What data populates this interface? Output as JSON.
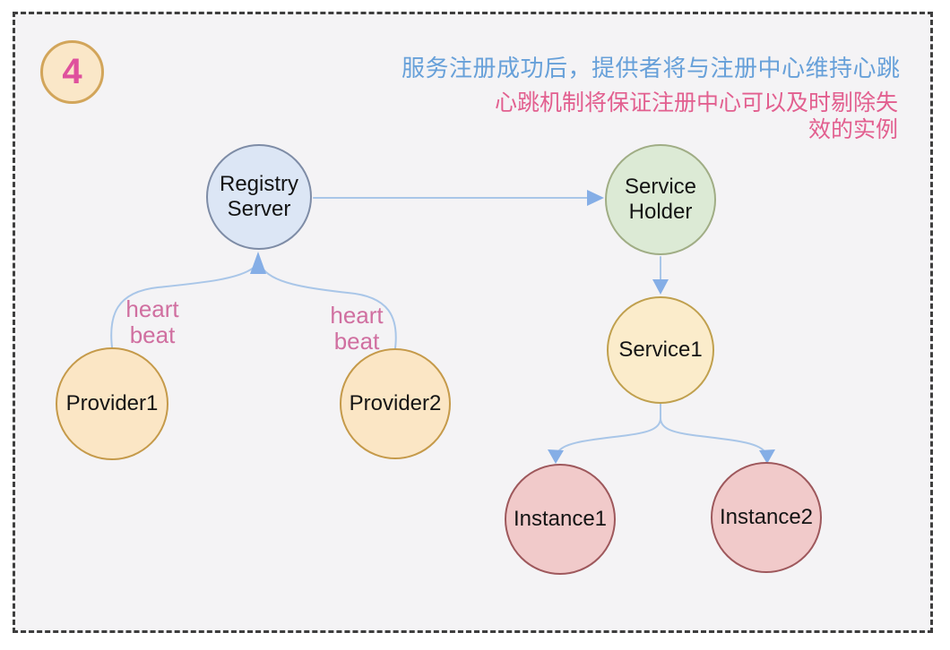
{
  "badge": {
    "label": "4"
  },
  "annotations": {
    "heading_blue": "服务注册成功后，提供者将与注册中心维持心跳",
    "note_pink_line1": "心跳机制将保证注册中心可以及时剔除失",
    "note_pink_line2": "效的实例"
  },
  "nodes": {
    "registry": {
      "lines": [
        "Registry",
        "Server"
      ],
      "fill": "#dce6f5",
      "stroke": "#7e8ca6"
    },
    "holder": {
      "lines": [
        "Service",
        "Holder"
      ],
      "fill": "#dcead5",
      "stroke": "#a0ad85"
    },
    "service1": {
      "lines": [
        "Service1"
      ],
      "fill": "#fbeccb",
      "stroke": "#c0a04e"
    },
    "provider1": {
      "lines": [
        "Provider1"
      ],
      "fill": "#fbe6c5",
      "stroke": "#c59a4a"
    },
    "provider2": {
      "lines": [
        "Provider2"
      ],
      "fill": "#fbe6c5",
      "stroke": "#c59a4a"
    },
    "instance1": {
      "lines": [
        "Instance1"
      ],
      "fill": "#f1caca",
      "stroke": "#9e585c"
    },
    "instance2": {
      "lines": [
        "Instance2"
      ],
      "fill": "#f1caca",
      "stroke": "#9e585c"
    }
  },
  "edge_labels": {
    "heartbeat1": {
      "line1": "heart",
      "line2": "beat"
    },
    "heartbeat2": {
      "line1": "heart",
      "line2": "beat"
    }
  },
  "colors": {
    "background": "#f4f3f5",
    "frame_border": "#3e3e3e",
    "arrow_line": "#a9c6e8",
    "arrow_head": "#85aee6",
    "heading_blue": "#67a0d9",
    "note_pink": "#e25f8f",
    "heartbeat_pink": "#d06fa0",
    "badge_fill": "#fae7c8",
    "badge_stroke": "#d2a55a",
    "badge_text": "#df519d"
  }
}
